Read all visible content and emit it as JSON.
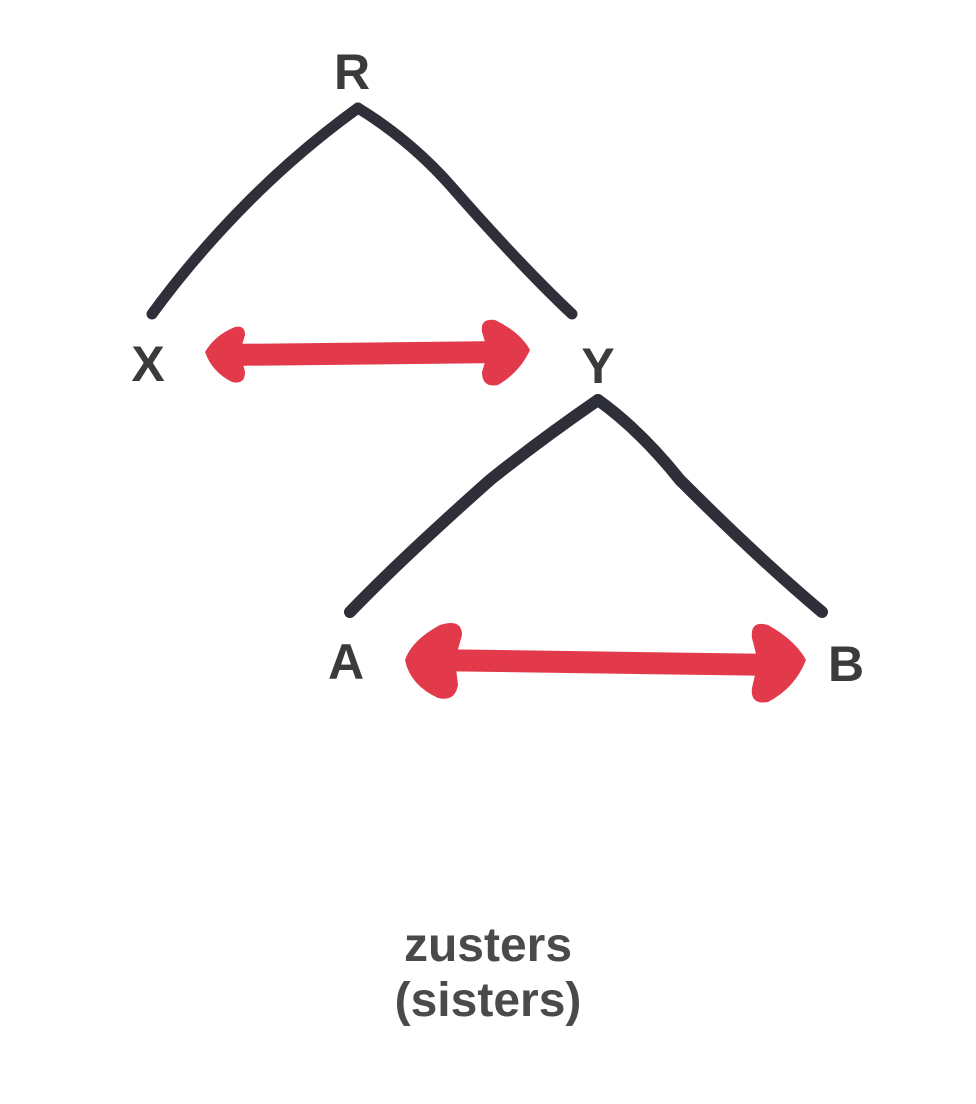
{
  "diagram": {
    "type": "tree",
    "nodes": [
      {
        "id": "R",
        "label": "R"
      },
      {
        "id": "X",
        "label": "X"
      },
      {
        "id": "Y",
        "label": "Y"
      },
      {
        "id": "A",
        "label": "A"
      },
      {
        "id": "B",
        "label": "B"
      }
    ],
    "edges": [
      {
        "from": "R",
        "to": "X"
      },
      {
        "from": "R",
        "to": "Y"
      },
      {
        "from": "Y",
        "to": "A"
      },
      {
        "from": "Y",
        "to": "B"
      }
    ],
    "sister_relations": [
      {
        "between": [
          "X",
          "Y"
        ],
        "style": "double-arrow"
      },
      {
        "between": [
          "A",
          "B"
        ],
        "style": "double-arrow"
      }
    ],
    "colors": {
      "branch": "#2f2f3a",
      "arrow": "#e23a4a",
      "label": "#3b3b3e"
    }
  },
  "caption": {
    "line1": "zusters",
    "line2": "(sisters)"
  }
}
